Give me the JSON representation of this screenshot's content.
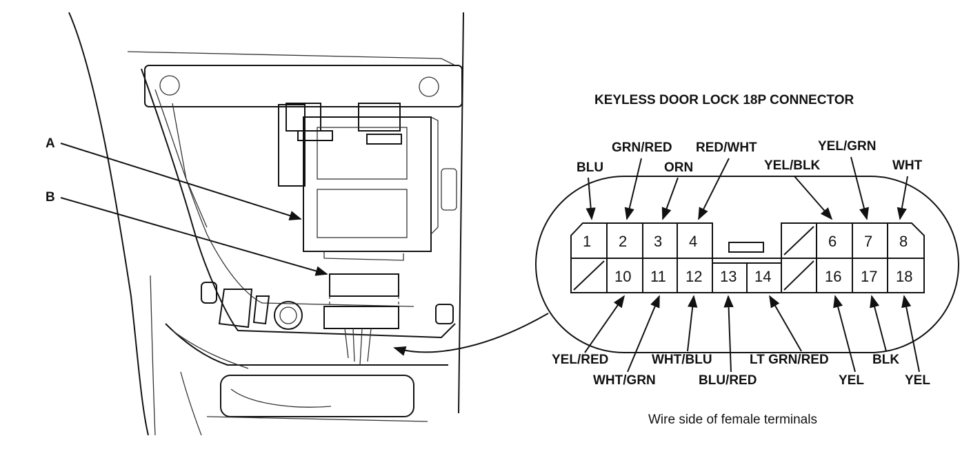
{
  "callouts": {
    "a": "A",
    "b": "B"
  },
  "connector": {
    "title": "KEYLESS DOOR LOCK 18P CONNECTOR",
    "caption": "Wire side of female terminals",
    "pins_top": [
      "1",
      "2",
      "3",
      "4",
      "6",
      "7",
      "8"
    ],
    "pins_bottom": [
      "10",
      "11",
      "12",
      "13",
      "14",
      "16",
      "17",
      "18"
    ],
    "wires": {
      "p1": "BLU",
      "p2": "GRN/RED",
      "p3": "ORN",
      "p4": "RED/WHT",
      "p6": "YEL/BLK",
      "p7": "YEL/GRN",
      "p8": "WHT",
      "p10": "YEL/RED",
      "p11": "WHT/GRN",
      "p12": "WHT/BLU",
      "p13": "BLU/RED",
      "p14": "LT GRN/RED",
      "p16": "YEL",
      "p17": "BLK",
      "p18": "YEL"
    }
  }
}
